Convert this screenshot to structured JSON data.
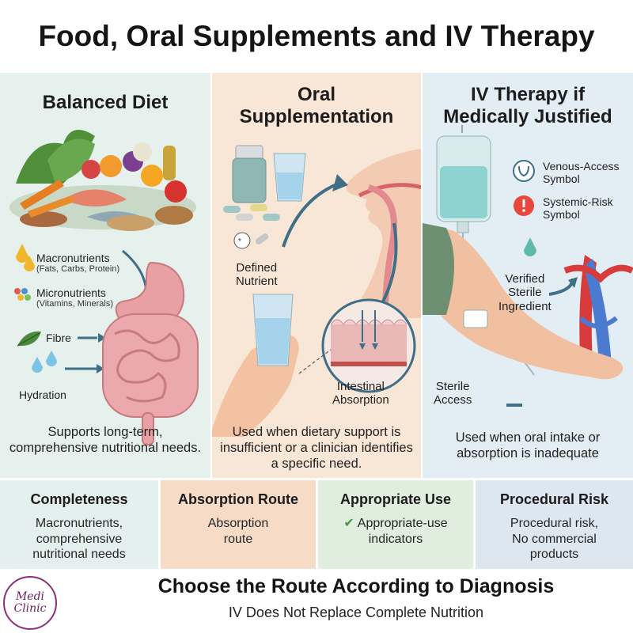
{
  "title": "Food, Oral Supplements and IV Therapy",
  "columns": [
    {
      "heading": "Balanced Diet",
      "labels": {
        "macro": "Macronutrients",
        "macro_sub": "(Fats, Carbs, Protein)",
        "micro": "Micronutrients",
        "micro_sub": "(Vitamins, Minerals)",
        "fibre": "Fibre",
        "hydration": "Hydration"
      },
      "footer": "Supports long-term, comprehensive nutritional needs."
    },
    {
      "heading_line1": "Oral",
      "heading_line2": "Supplementation",
      "labels": {
        "defined_line1": "Defined",
        "defined_line2": "Nutrient",
        "absorption_line1": "Intestinal",
        "absorption_line2": "Absorption"
      },
      "footer": "Used when dietary support is insufficient or a clinician identifies a specific need."
    },
    {
      "heading_line1": "IV Therapy if",
      "heading_line2": "Medically Justified",
      "labels": {
        "venous_line1": "Venous-Access",
        "venous_line2": "Symbol",
        "risk_line1": "Systemic-Risk",
        "risk_line2": "Symbol",
        "verified_line1": "Verified",
        "verified_line2": "Sterile",
        "verified_line3": "Ingredient",
        "sterile_line1": "Sterile",
        "sterile_line2": "Access"
      },
      "footer": "Used when oral intake or absorption is inadequate"
    }
  ],
  "cards": [
    {
      "heading": "Completeness",
      "body_line1": "Macronutrients,",
      "body_line2": "comprehensive",
      "body_line3": "nutritional needs"
    },
    {
      "heading": "Absorption Route",
      "body_line1": "Absorption",
      "body_line2": "route"
    },
    {
      "heading": "Appropriate Use",
      "check": "✔",
      "body_line1": "Appropriate-use",
      "body_line2": "indicators"
    },
    {
      "heading": "Procedural Risk",
      "body_line1": "Procedural risk,",
      "body_line2": "No commercial",
      "body_line3": "products"
    }
  ],
  "bottom": {
    "title": "Choose the Route According to Diagnosis",
    "subtitle": "IV Does Not Replace Complete Nutrition"
  },
  "logo": {
    "line1": "Medi",
    "line2": "Clinic"
  },
  "colors": {
    "col1_bg": "#e6f1ed",
    "col2_bg": "#f8e6d6",
    "col3_bg": "#e3eef4",
    "arrow": "#3f6f86",
    "organ": "#e8a0a4",
    "logo": "#8b2f7a"
  }
}
